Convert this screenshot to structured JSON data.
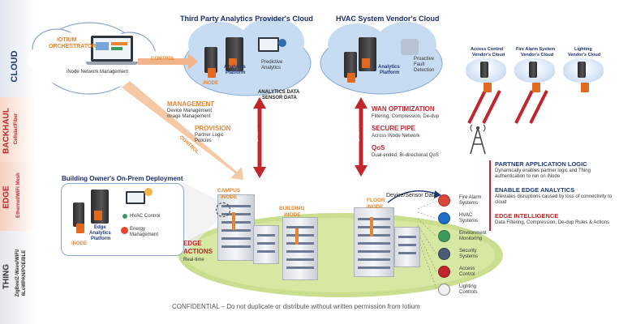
{
  "layers": {
    "cloud": "CLOUD",
    "backhaul": "BACKHAUL",
    "backhaul_sub": "Cellular/Fiber",
    "edge": "EDGE",
    "edge_sub": "Ethernet/WiFi Mesh",
    "thing": "THING",
    "thing_sub1": "ZigBee/Z-Wave/WiFi/",
    "thing_sub2": "6LoWPAN/POE/BLE"
  },
  "orchestrator": {
    "title1": "IOTIUM",
    "title2": "ORCHESTRATOR",
    "sub": "iNode Network Management"
  },
  "control_label": "CONTROL",
  "third_party": {
    "title": "Third Party Analytics Provider's Cloud",
    "platform1": "Analytics",
    "platform2": "Platform",
    "predictive1": "Predictive",
    "predictive2": "Analytics",
    "inode": "iNODE"
  },
  "hvac_cloud": {
    "title": "HVAC System Vendor's Cloud",
    "platform1": "Analytics",
    "platform2": "Platform",
    "fault1": "Proactive",
    "fault2": "Fault",
    "fault3": "Detection"
  },
  "vendor_clouds": [
    {
      "l1": "Access Control",
      "l2": "Vendor's Cloud"
    },
    {
      "l1": "Fire Alarm System",
      "l2": "Vendor's Cloud"
    },
    {
      "l1": "Lighting",
      "l2": "Vendor's Cloud"
    }
  ],
  "management": {
    "title": "MANAGEMENT",
    "l1": "Device Management",
    "l2": "Image Management"
  },
  "provision": {
    "title": "PROVISION",
    "l1": "Partner Logic",
    "l2": "Policies"
  },
  "analytics_data": {
    "l1": "ANALYTICS DATA",
    "l2": "SENSOR DATA"
  },
  "data_label": "DATA",
  "wan": {
    "title": "WAN OPTIMIZATION",
    "sub": "Filtering, Compression, De-dup"
  },
  "secure": {
    "title": "SECURE PIPE",
    "sub": "Across iNode Network"
  },
  "qos": {
    "title": "QoS",
    "sub": "Dual-ended, Bi-directional QoS"
  },
  "right_panel": [
    {
      "title": "PARTNER APPLICATION LOGIC",
      "sub": "Dynamically enables partner logic and Thing authentication to run on iNode"
    },
    {
      "title": "ENABLE EDGE ANALYTICS",
      "sub": "Alleviates disruptions caused by loss of connectivity to cloud"
    },
    {
      "title": "EDGE INTELLIGENCE",
      "sub": "Data Filtering, Compression, De-dup Rules & Actions"
    }
  ],
  "onprem": {
    "title": "Building Owner's On-Prem Deployment",
    "platform1": "Edge",
    "platform2": "Analytics",
    "platform3": "Platform",
    "inode": "iNODE",
    "hvac": "HVAC Control",
    "energy1": "Energy",
    "energy2": "Management"
  },
  "campus": {
    "l1": "CAMPUS",
    "l2": "iNODE"
  },
  "building": {
    "l1": "BUILDING",
    "l2": "iNODE"
  },
  "floor": {
    "l1": "FLOOR",
    "l2": "iNODE"
  },
  "device_data": "Device/Sensor Data",
  "edge_actions": {
    "l1": "EDGE",
    "l2": "ACTIONS",
    "sub": "Real-time"
  },
  "systems": [
    {
      "l1": "Fire Alarm",
      "l2": "Systems"
    },
    {
      "l1": "HVAC",
      "l2": "Systems"
    },
    {
      "l1": "Environment",
      "l2": "Monitoring"
    },
    {
      "l1": "Security",
      "l2": "Systems"
    },
    {
      "l1": "Access",
      "l2": "Control"
    },
    {
      "l1": "Lighting",
      "l2": "Controls"
    }
  ],
  "footer": "CONFIDENTIAL – Do not duplicate or distribute without written permission from Iotium",
  "colors": {
    "orange": "#e8852e",
    "red": "#c0262b",
    "navy": "#1f3a7a",
    "cloud": "#c7dbf2"
  }
}
